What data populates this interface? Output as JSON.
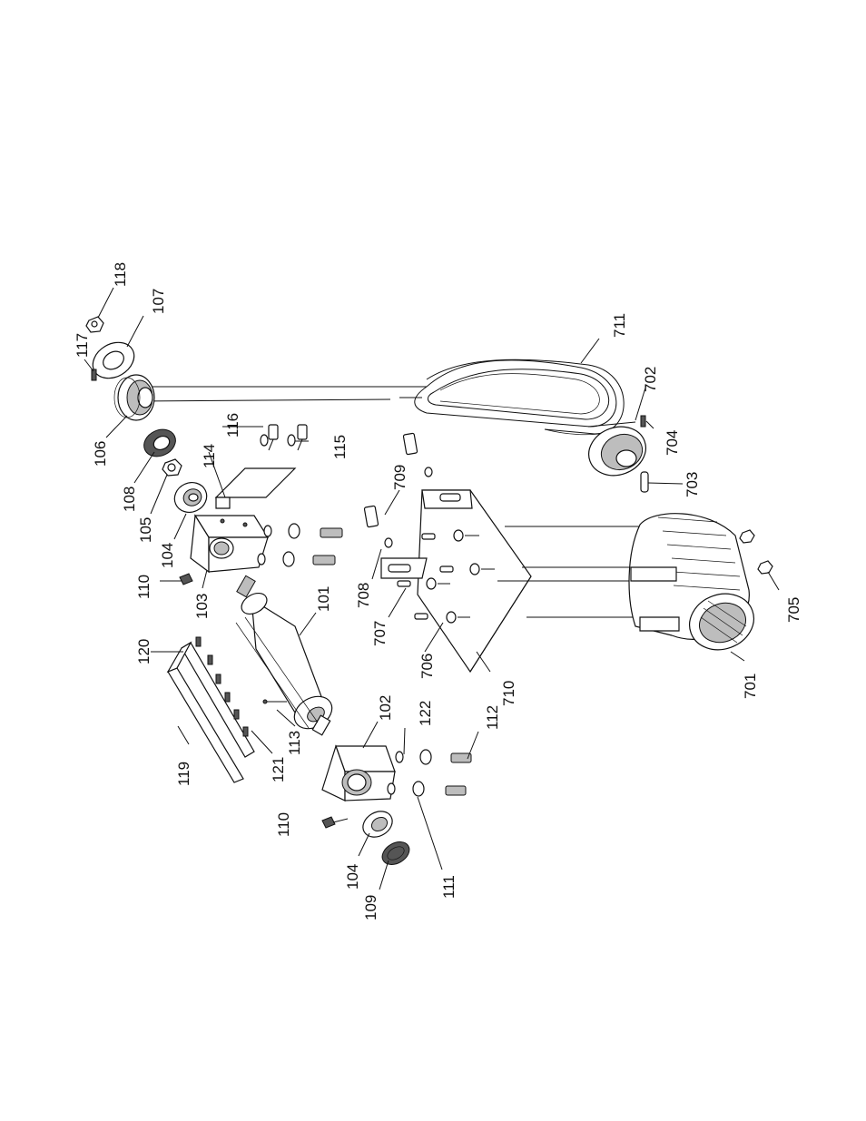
{
  "labels": {
    "p101": "101",
    "p102": "102",
    "p103": "103",
    "p104a": "104",
    "p104b": "104",
    "p105": "105",
    "p106": "106",
    "p107": "107",
    "p108": "108",
    "p109": "109",
    "p110a": "110",
    "p110b": "110",
    "p111": "111",
    "p112": "112",
    "p113": "113",
    "p114": "114",
    "p115": "115",
    "p116": "116",
    "p117": "117",
    "p118": "118",
    "p119": "119",
    "p120": "120",
    "p121": "121",
    "p122": "122",
    "p701": "701",
    "p702": "702",
    "p703": "703",
    "p704": "704",
    "p705": "705",
    "p706": "706",
    "p707": "707",
    "p708": "708",
    "p709": "709",
    "p710": "710",
    "p711": "711"
  }
}
